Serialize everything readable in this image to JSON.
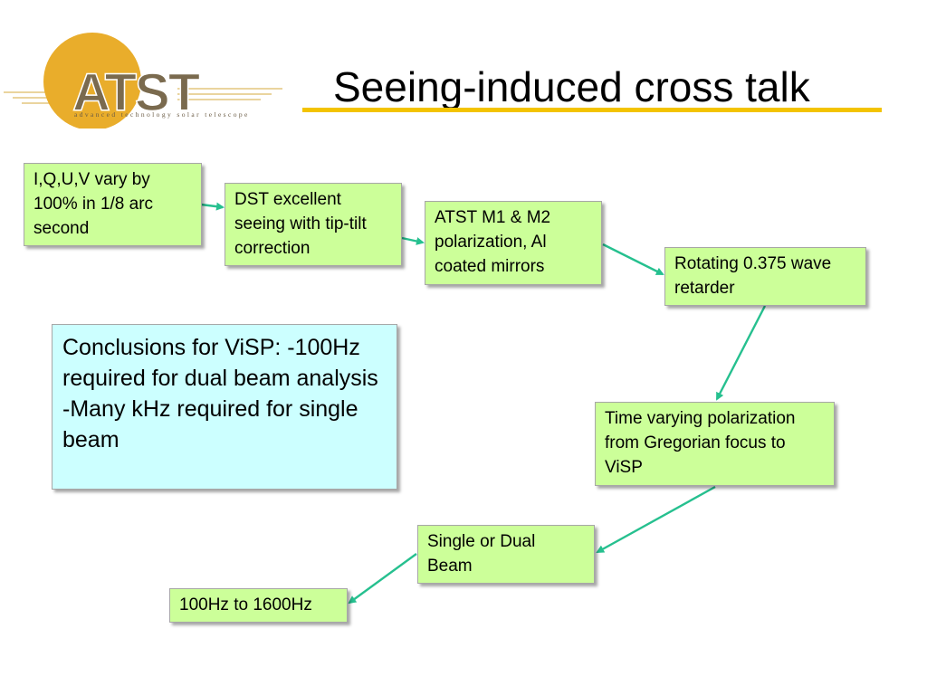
{
  "slide": {
    "title": "Seeing-induced cross talk"
  },
  "logo": {
    "wordmark": "ATST",
    "tagline": "advanced technology solar telescope",
    "colors": {
      "sun": "#e9ad2b",
      "text": "#7a6a4e",
      "rays": "#e3c57e"
    }
  },
  "flow": {
    "box1": "I,Q,U,V vary by 100% in 1/8 arc second",
    "box2": "DST excellent seeing with tip-tilt correction",
    "box3": "ATST M1 & M2 polarization, Al coated mirrors",
    "box4": "Rotating 0.375 wave retarder",
    "box5": "Time varying polarization from Gregorian focus to ViSP",
    "box6": "Single or Dual Beam",
    "box7": "100Hz to 1600Hz"
  },
  "conclusions": {
    "line1": "Conclusions for ViSP:  -100Hz required for dual beam analysis",
    "line2": "-Many kHz required for single beam"
  },
  "colors": {
    "step_box": "#ccff99",
    "conclusion_box": "#ccffff",
    "arrow": "#26c08f",
    "title_rule": "#f3c300"
  }
}
